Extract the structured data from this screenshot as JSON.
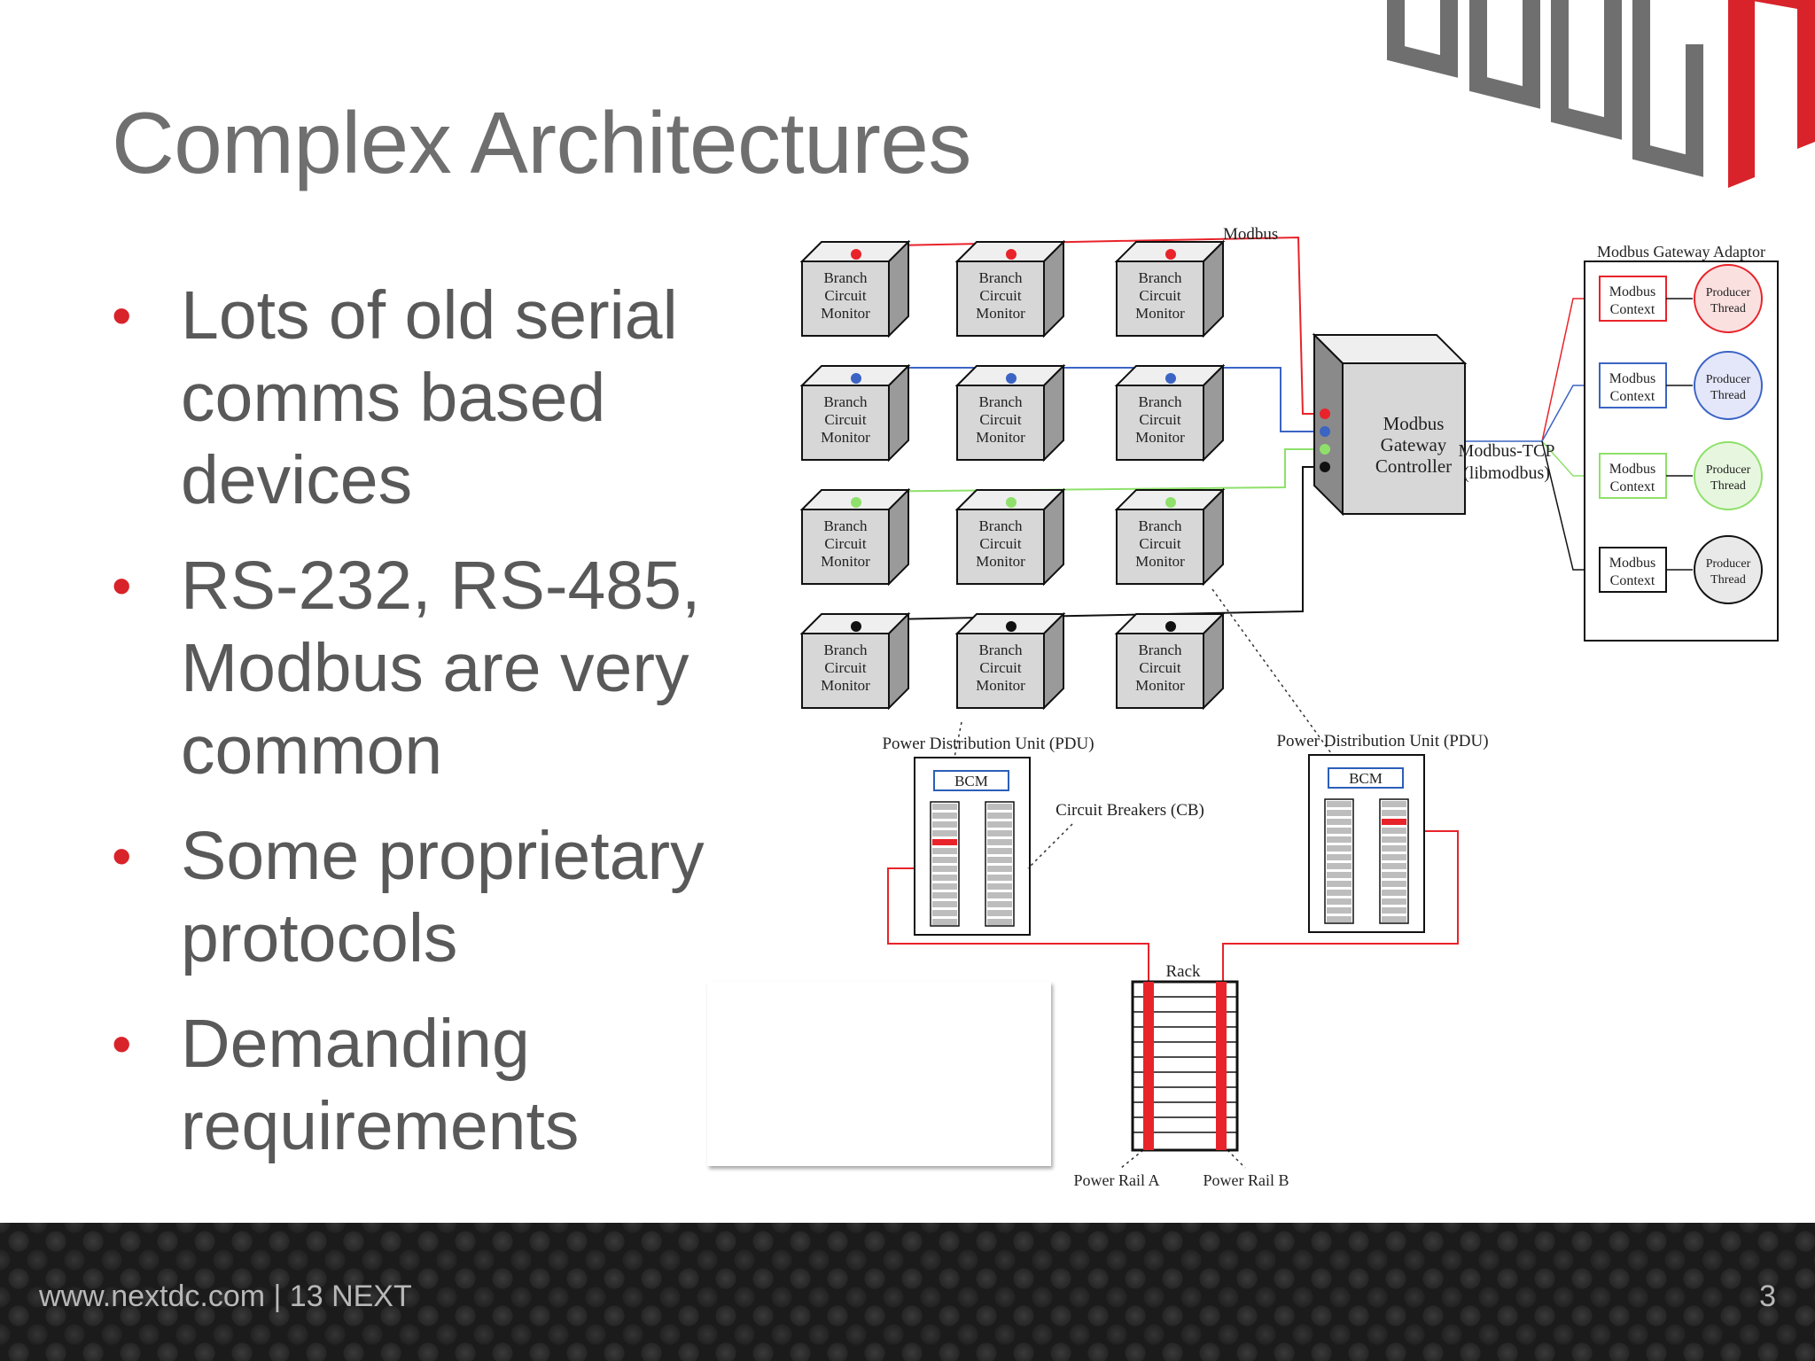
{
  "slide": {
    "title": "Complex Architectures",
    "bullets": [
      "Lots of old serial comms based devices",
      "RS-232, RS-485, Modbus are very common",
      "Some proprietary protocols",
      "Demanding requirements"
    ]
  },
  "diagram": {
    "modbus_label": "Modbus",
    "bcm_label": [
      "Branch",
      "Circuit",
      "Monitor"
    ],
    "gateway_label": [
      "Modbus",
      "Gateway",
      "Controller"
    ],
    "tcp_label": [
      "Modbus-TCP",
      "(libmodbus)"
    ],
    "adaptor_title": "Modbus Gateway Adaptor",
    "context_label": [
      "Modbus",
      "Context"
    ],
    "thread_label": [
      "Producer",
      "Thread"
    ],
    "pdu_label": "Power Distribution Unit (PDU)",
    "bcm_short": "BCM",
    "breakers_label": "Circuit Breakers (CB)",
    "rack_label": "Rack",
    "rail_a": "Power Rail A",
    "rail_b": "Power Rail B",
    "colors": {
      "red": "#e8232a",
      "blue": "#3b64c4",
      "green": "#8ee06a",
      "black": "#111111"
    }
  },
  "footer": {
    "text": "www.nextdc.com | 13 NEXT",
    "page_number": "3"
  }
}
